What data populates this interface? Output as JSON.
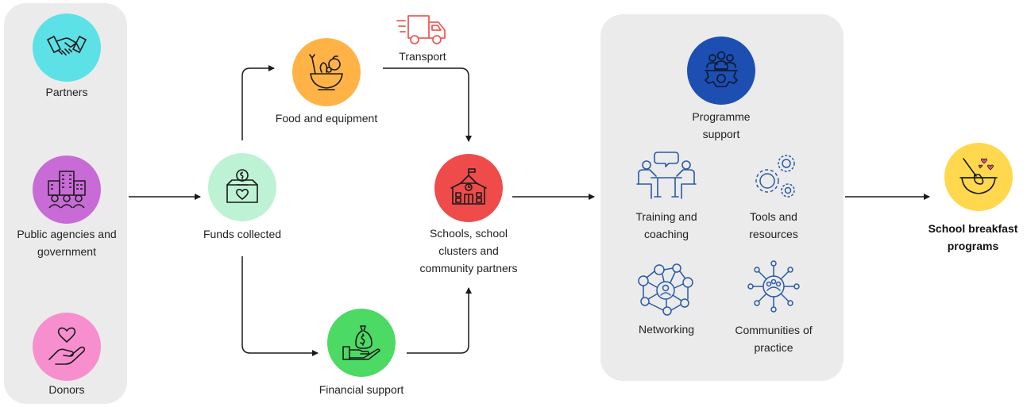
{
  "nodes": {
    "partners": {
      "label": "Partners",
      "icon": "handshake-icon",
      "color": "#5ce1e6"
    },
    "public_agencies": {
      "label_lines": [
        "Public agencies and",
        "government"
      ],
      "icon": "government-building-icon",
      "color": "#c86bd6"
    },
    "donors": {
      "label": "Donors",
      "icon": "heart-hand-icon",
      "color": "#f78fcf"
    },
    "funds": {
      "label": "Funds collected",
      "icon": "donation-box-icon",
      "color": "#bdf2d5"
    },
    "food": {
      "label": "Food and equipment",
      "icon": "food-bowl-icon",
      "color": "#ffb347"
    },
    "transport": {
      "label": "Transport",
      "icon": "delivery-truck-icon",
      "color": "#ef5b5b"
    },
    "financial": {
      "label": "Financial support",
      "icon": "money-bag-hand-icon",
      "color": "#4cd964"
    },
    "schools": {
      "label_lines": [
        "Schools, school",
        "clusters and",
        "community partners"
      ],
      "icon": "school-icon",
      "color": "#ef4b4b"
    },
    "programme": {
      "label_lines": [
        "Programme",
        "support"
      ],
      "icon": "team-gear-icon",
      "color": "#1d4fb3"
    },
    "training": {
      "label_lines": [
        "Training and",
        "coaching"
      ],
      "icon": "meeting-icon"
    },
    "tools": {
      "label_lines": [
        "Tools and",
        "resources"
      ],
      "icon": "gears-icon"
    },
    "networking": {
      "label": "Networking",
      "icon": "network-people-icon"
    },
    "communities": {
      "label_lines": [
        "Communities of",
        "practice"
      ],
      "icon": "community-hub-icon"
    },
    "breakfast": {
      "label_lines": [
        "School breakfast",
        "programs"
      ],
      "icon": "whisk-bowl-icon",
      "color": "#ffd84d"
    }
  },
  "colors": {
    "panel": "#ebebeb",
    "arrow": "#1a1a1a",
    "icon_stroke": "#1a1a1a",
    "support_icon": "#2a5aa8"
  }
}
